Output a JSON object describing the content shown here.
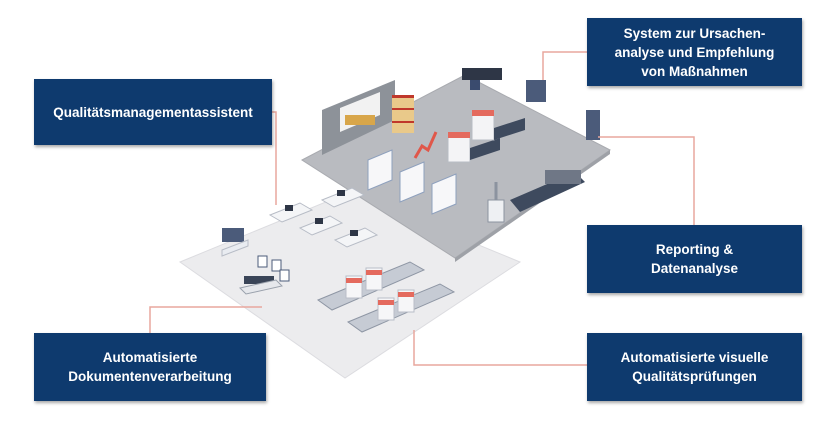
{
  "diagram": {
    "accent_color": "#0e3a6e",
    "connector_color": "#e8a79d",
    "callouts": [
      {
        "id": "qualitaetsmanagementassistent",
        "lines": [
          "Qualitätsmanagementassistent"
        ]
      },
      {
        "id": "ursachenanalyse",
        "lines": [
          "System zur Ursachen-",
          "analyse und Empfehlung",
          "von Maßnahmen"
        ]
      },
      {
        "id": "reporting",
        "lines": [
          "Reporting &",
          "Datenanalyse"
        ]
      },
      {
        "id": "dokumentenverarbeitung",
        "lines": [
          "Automatisierte",
          "Dokumentenverarbeitung"
        ]
      },
      {
        "id": "visuelle-pruefungen",
        "lines": [
          "Automatisierte visuelle",
          "Qualitätsprüfungen"
        ]
      }
    ],
    "illustration": {
      "description": "Isometric smart factory with two floor platforms",
      "zones": [
        "production-hall",
        "office-area"
      ]
    }
  }
}
